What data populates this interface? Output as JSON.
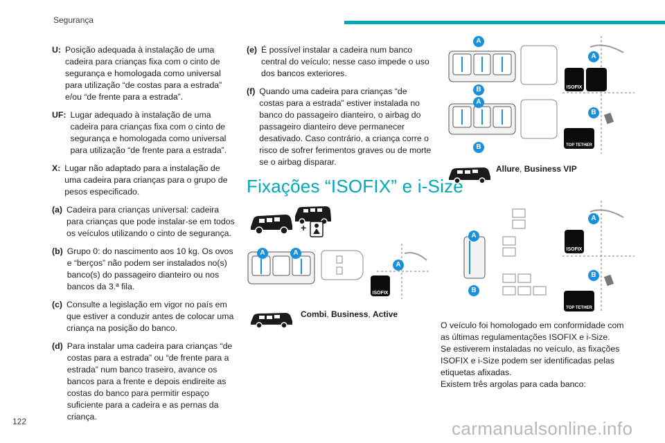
{
  "header": {
    "title": "Segurança"
  },
  "page_number": "122",
  "watermark": "carmanualsonline.info",
  "col1": [
    {
      "key": "U:",
      "text": "Posição adequada à instalação de uma cadeira para crianças fixa com o cinto de segurança e homologada como universal para utilização “de costas para a estrada” e/ou “de frente para a estrada”."
    },
    {
      "key": "UF:",
      "text": "Lugar adequado à instalação de uma cadeira para crianças fixa com o cinto de segurança e homologada como universal para utilização “de frente para a estrada”."
    },
    {
      "key": "X:",
      "text": "Lugar não adaptado para a instalação de uma cadeira para crianças para o grupo de pesos especificado."
    },
    {
      "key": "(a)",
      "text": "Cadeira para crianças universal: cadeira para crianças que pode instalar-se em todos os veículos utilizando o cinto de segurança."
    },
    {
      "key": "(b)",
      "text": "Grupo 0: do nascimento aos 10 kg. Os ovos e “berços” não podem ser instalados no(s) banco(s) do passageiro dianteiro ou nos bancos da 3.ª fila."
    },
    {
      "key": "(c)",
      "text": "Consulte a legislação em vigor no país em que estiver a conduzir antes de colocar uma criança na posição do banco."
    },
    {
      "key": "(d)",
      "text": "Para instalar uma cadeira para crianças “de costas para a estrada” ou “de frente para a estrada” num banco traseiro, avance os bancos para a frente e depois endireite as costas do banco para permitir espaço suficiente para a cadeira e as pernas da criança."
    }
  ],
  "col2": [
    {
      "key": "(e)",
      "text": "É possível instalar a cadeira num banco central do veículo; nesse caso impede o uso dos bancos exteriores."
    },
    {
      "key": "(f)",
      "text": "Quando uma cadeira para crianças “de costas para a estrada” estiver instalada no banco do passageiro dianteiro, o airbag do passageiro dianteiro deve permanecer desativado. Caso contrário, a criança corre o risco de sofrer ferimentos graves ou de morte se o airbag disparar."
    }
  ],
  "section_title": "Fixações “ISOFIX” e i-Size",
  "captions": {
    "combi": {
      "a": "Combi",
      "b": "Business",
      "c": "Active"
    },
    "allure": {
      "a": "Allure",
      "b": "Business VIP"
    }
  },
  "badges": {
    "isofix": "ISOFIX",
    "top_tether": "TOP TETHER"
  },
  "pins": {
    "a": "A",
    "b": "B"
  },
  "col3_lines": [
    "O veículo foi homologado em conformidade com as últimas regulamentações ISOFIX e i-Size.",
    "Se estiverem instaladas no veículo, as fixações ISOFIX e i-Size podem ser identificadas pelas etiquetas afixadas.",
    "Existem três argolas para cada banco:"
  ],
  "colors": {
    "accent": "#00a7b7",
    "pin": "#1b8fd9"
  }
}
